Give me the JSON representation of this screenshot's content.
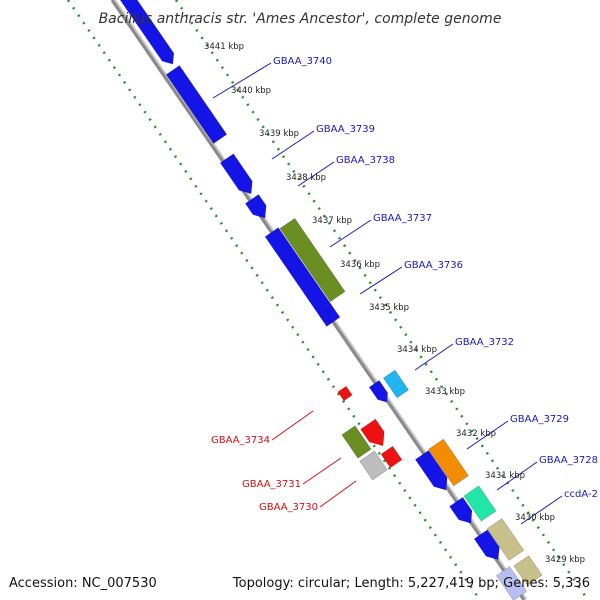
{
  "title": "Bacillus anthracis str. 'Ames Ancestor', complete genome",
  "accession": "Accession: NC_007530",
  "topology": "Topology: circular; Length: 5,227,419 bp; Genes: 5,336",
  "colors": {
    "background": "#ffffff",
    "backbone": "#8a8a8a",
    "tick_line": "#2e8b2e",
    "label_blue": "#1a1ab4",
    "label_red": "#cc1111"
  },
  "ticks": [
    {
      "label": "3441 kbp"
    },
    {
      "label": "3440 kbp"
    },
    {
      "label": "3439 kbp"
    },
    {
      "label": "3438 kbp"
    },
    {
      "label": "3437 kbp"
    },
    {
      "label": "3436 kbp"
    },
    {
      "label": "3435 kbp"
    },
    {
      "label": "3434 kbp"
    },
    {
      "label": "3433 kbp"
    },
    {
      "label": "3432 kbp"
    },
    {
      "label": "3431 kbp"
    },
    {
      "label": "3430 kbp"
    },
    {
      "label": "3429 kbp"
    }
  ],
  "gene_labels": [
    {
      "name": "GBAA_3740",
      "strand": "forward"
    },
    {
      "name": "GBAA_3739",
      "strand": "forward"
    },
    {
      "name": "GBAA_3738",
      "strand": "forward"
    },
    {
      "name": "GBAA_3737",
      "strand": "forward"
    },
    {
      "name": "GBAA_3736",
      "strand": "forward"
    },
    {
      "name": "GBAA_3732",
      "strand": "forward"
    },
    {
      "name": "GBAA_3729",
      "strand": "forward"
    },
    {
      "name": "GBAA_3728",
      "strand": "forward"
    },
    {
      "name": "ccdA-2",
      "strand": "forward"
    },
    {
      "name": "GBAA_3734",
      "strand": "reverse"
    },
    {
      "name": "GBAA_3731",
      "strand": "reverse"
    },
    {
      "name": "GBAA_3730",
      "strand": "reverse"
    }
  ],
  "features": [
    {
      "id": "blue-top",
      "color": "#1414e6"
    },
    {
      "id": "blue-1",
      "color": "#1414e6"
    },
    {
      "id": "blue-2",
      "color": "#1414e6"
    },
    {
      "id": "blue-3",
      "color": "#1414e6"
    },
    {
      "id": "blue-4",
      "color": "#1414e6"
    },
    {
      "id": "olive-big",
      "color": "#6b8e23"
    },
    {
      "id": "blue-small-arrow",
      "color": "#1414e6"
    },
    {
      "id": "blue-3732",
      "color": "#1414e6"
    },
    {
      "id": "cyan",
      "color": "#22b4ee"
    },
    {
      "id": "red-small",
      "color": "#ee1111"
    },
    {
      "id": "olive-3734",
      "color": "#6b8e23"
    },
    {
      "id": "grey-3734",
      "color": "#bdbdbd"
    },
    {
      "id": "red-3731",
      "color": "#ee1111"
    },
    {
      "id": "red-3730",
      "color": "#ee1111"
    },
    {
      "id": "orange",
      "color": "#f28c00"
    },
    {
      "id": "blue-3729",
      "color": "#1414e6"
    },
    {
      "id": "teal",
      "color": "#22e6a8"
    },
    {
      "id": "blue-3728",
      "color": "#1414e6"
    },
    {
      "id": "khaki-1",
      "color": "#c8c08a"
    },
    {
      "id": "blue-ccd",
      "color": "#1414e6"
    },
    {
      "id": "khaki-2",
      "color": "#c8c08a"
    },
    {
      "id": "light-blue",
      "color": "#b8bff0"
    }
  ]
}
